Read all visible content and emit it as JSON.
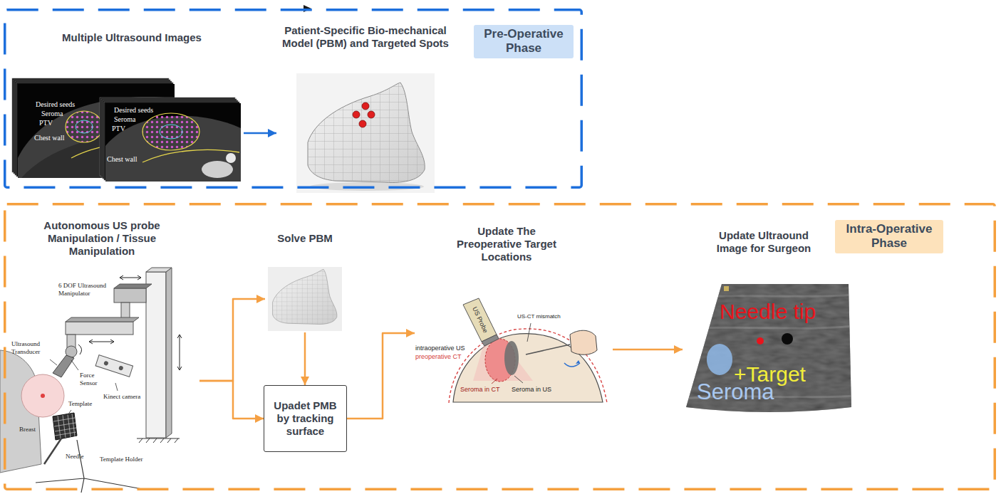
{
  "diagram": {
    "nodes": [
      {
        "text": [
          "Pre-Operative Phase"
        ]
      },
      {
        "text": [
          "Multiple Ultrasound Images"
        ],
        "in": 0
      },
      {
        "text": [
          "Patient-Specific Bio-mechanical Model (PBM) and Targeted Spots"
        ],
        "in": 0
      },
      {
        "text": [
          "Intra-Operative Phase"
        ]
      },
      {
        "text": [
          "Autonomous US probe Manipulation / Tissue Manipulation"
        ],
        "in": 3
      },
      {
        "text": [
          "Solve PBM"
        ],
        "in": 3
      },
      {
        "text": [
          "Upadet PMB by tracking surface"
        ],
        "in": 3
      },
      {
        "text": [
          "Update The Preoperative Target Locations"
        ],
        "in": 3
      },
      {
        "text": [
          "Update Ultraound Image for Surgeon"
        ],
        "in": 3
      }
    ],
    "edges": [
      {
        "from": 1,
        "to": 2,
        "arrow": "to"
      },
      {
        "from": 4,
        "to": 5,
        "arrow": "to"
      },
      {
        "from": 4,
        "to": 6,
        "arrow": "to"
      },
      {
        "from": 5,
        "to": 6,
        "arrow": "to"
      },
      {
        "from": 6,
        "to": 7,
        "arrow": "to"
      },
      {
        "from": 7,
        "to": 8,
        "arrow": "to"
      }
    ],
    "labels": [
      "Desired seeds",
      "Seroma",
      "PTV",
      "Chest wall",
      "Desired seeds",
      "Seroma",
      "PTV",
      "Chest wall",
      "6 DOF Ultrasound Manipulator",
      "Ultrasound Transducer",
      "Force Sensor",
      "Kinect camera",
      "Breast",
      "Template",
      "Needle",
      "Template Holder",
      "US Probe",
      "US-CT mismatch",
      "intraoperative US",
      "preoperative CT",
      "Seroma in CT",
      "Seroma in US",
      "Needle tip",
      "+Target",
      "Seroma"
    ]
  }
}
